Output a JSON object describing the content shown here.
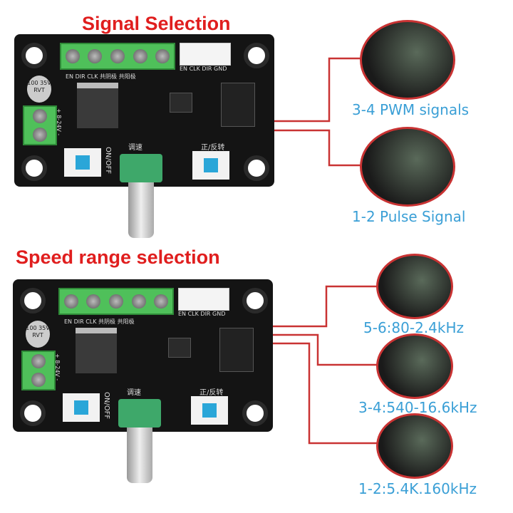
{
  "top": {
    "title": "Signal Selection",
    "labels": [
      "3-4 PWM signals",
      "1-2 Pulse Signal"
    ]
  },
  "bottom": {
    "title": "Speed range selection",
    "labels": [
      "5-6:80-2.4kHz",
      "3-4:540-16.6kHz",
      "1-2:5.4K.160kHz"
    ]
  },
  "board": {
    "terminal_labels": "EN  DIR  CLK  共阴极  共阳极",
    "connector_labels": "EN CLK DIR GND",
    "power_label": "+ 8-24V -",
    "cap_label": "100 35V RVT",
    "switch_label": "ON/OFF",
    "pot_label": "调速",
    "dir_label": "正/反转"
  },
  "colors": {
    "title": "#e01e1e",
    "label": "#3a9fd6",
    "line": "#c93333",
    "pcb": "#141414",
    "terminal": "#4fc05a"
  }
}
